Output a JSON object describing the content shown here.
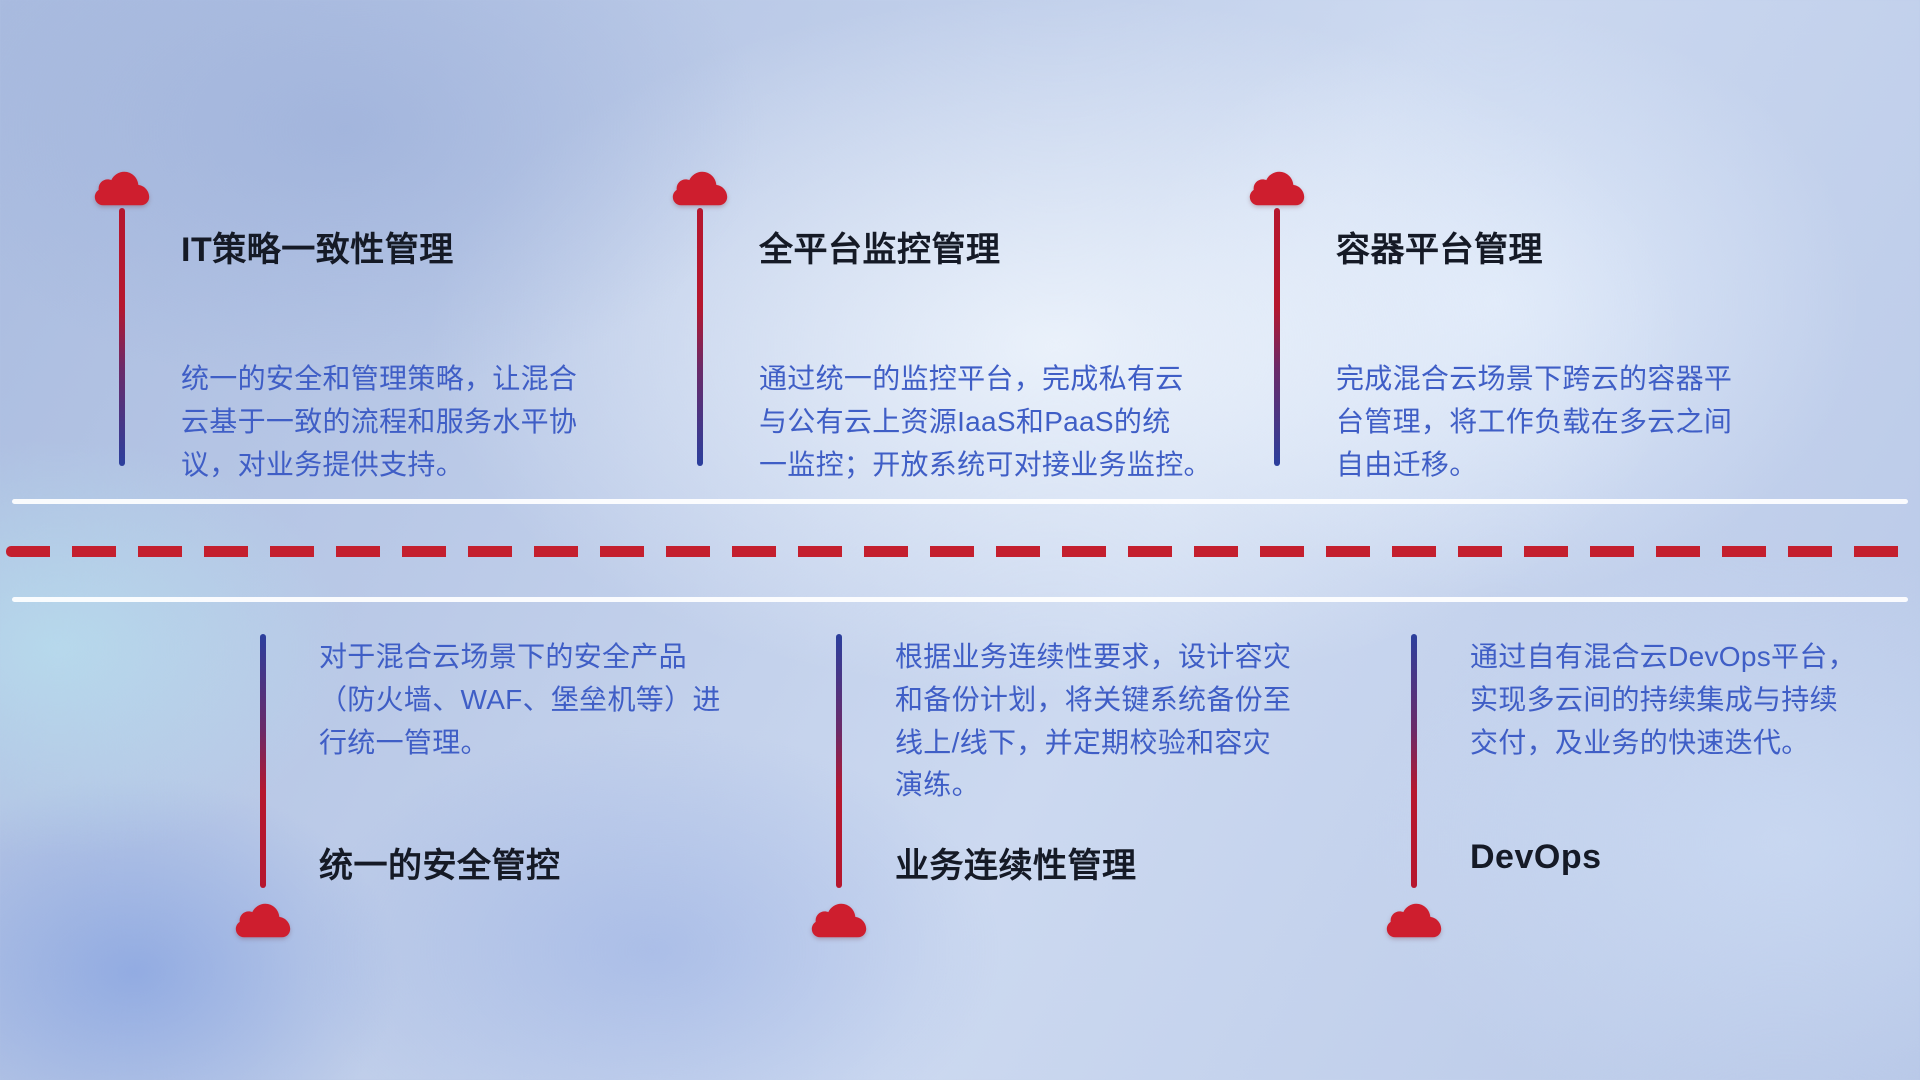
{
  "colors": {
    "cloud_red": "#ce1e2e",
    "title_color": "#151a26",
    "desc_color": "#3f5ec6",
    "dash_red": "#c41f2e",
    "line_red": "#b6172e",
    "line_blue": "#2b3f9d"
  },
  "top_items": [
    {
      "title": "IT策略一致性管理",
      "desc": "统一的安全和管理策略，让混合\n云基于一致的流程和服务水平协\n议，对业务提供支持。"
    },
    {
      "title": "全平台监控管理",
      "desc": "通过统一的监控平台，完成私有云\n与公有云上资源IaaS和PaaS的统\n一监控；开放系统可对接业务监控。"
    },
    {
      "title": "容器平台管理",
      "desc": "完成混合云场景下跨云的容器平\n台管理，将工作负载在多云之间\n自由迁移。"
    }
  ],
  "bottom_items": [
    {
      "title": "统一的安全管控",
      "desc": "对于混合云场景下的安全产品\n（防火墙、WAF、堡垒机等）进\n行统一管理。"
    },
    {
      "title": "业务连续性管理",
      "desc": "根据业务连续性要求，设计容灾\n和备份计划，将关键系统备份至\n线上/线下，并定期校验和容灾\n演练。"
    },
    {
      "title": "DevOps",
      "desc": "通过自有混合云DevOps平台，\n实现多云间的持续集成与持续\n交付，及业务的快速迭代。"
    }
  ]
}
